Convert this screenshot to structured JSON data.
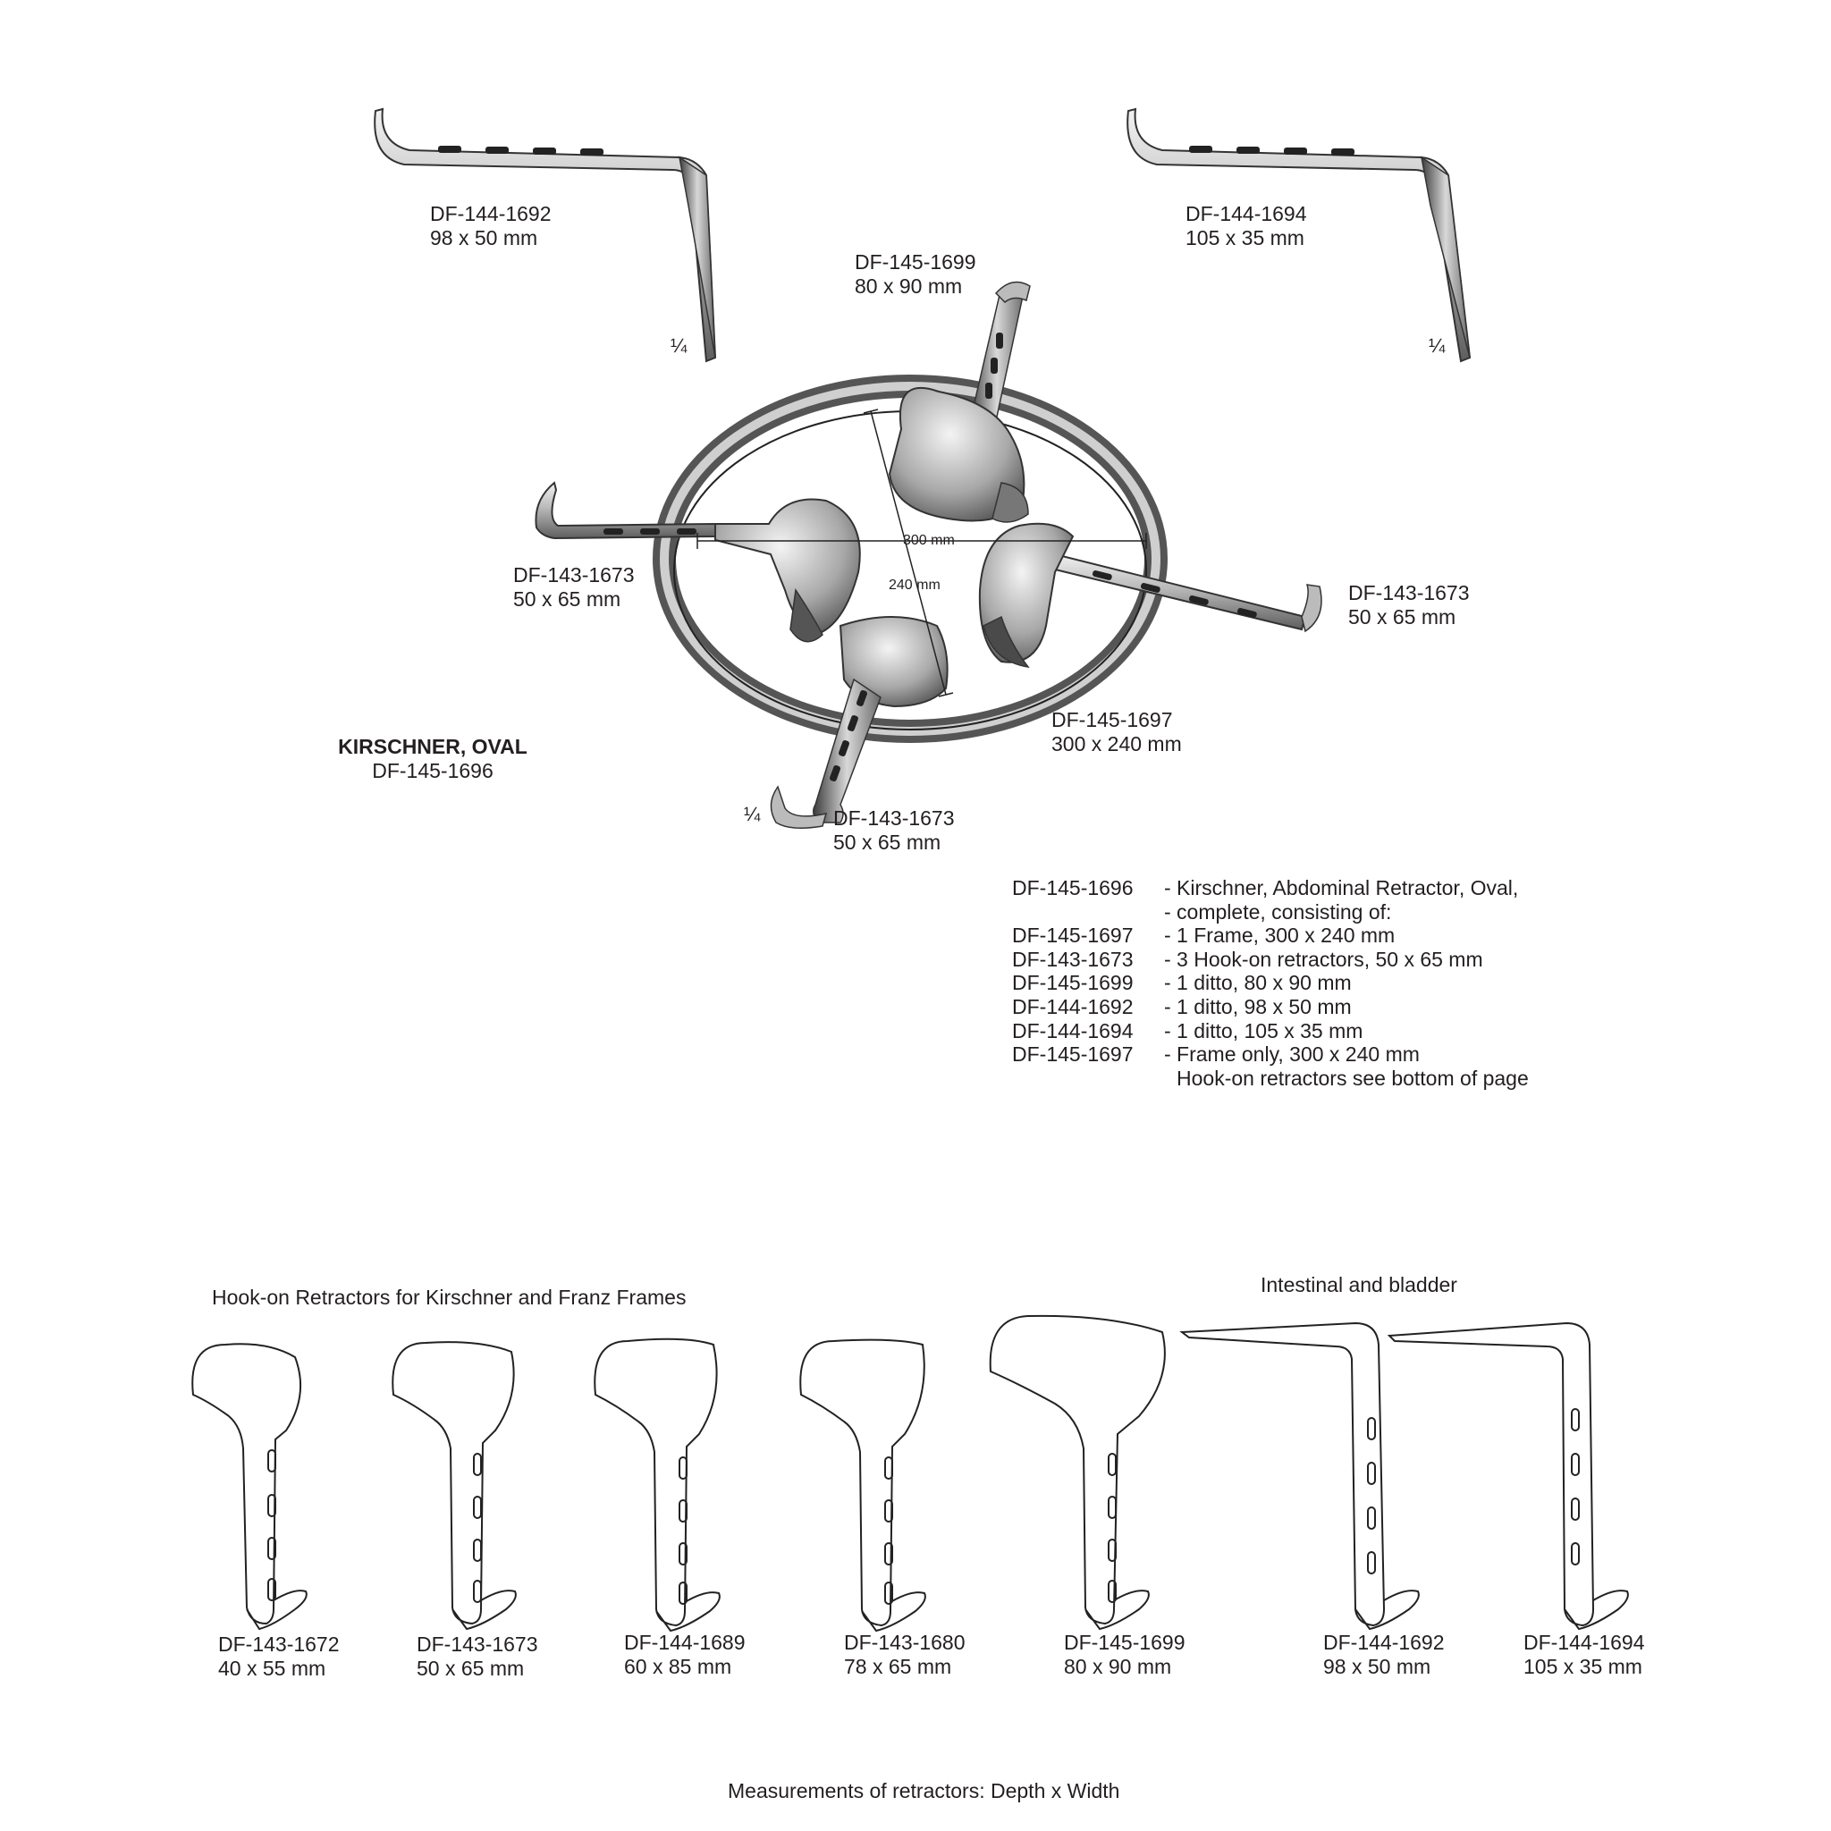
{
  "top_section": {
    "retractor_left": {
      "code": "DF-144-1692",
      "size": "98 x 50 mm",
      "scale": "¼"
    },
    "retractor_right": {
      "code": "DF-144-1694",
      "size": "105 x 35 mm",
      "scale": "¼"
    },
    "retractor_center_top": {
      "code": "DF-145-1699",
      "size": "80 x 90 mm"
    },
    "hook_left": {
      "code": "DF-143-1673",
      "size": "50 x 65 mm"
    },
    "hook_right": {
      "code": "DF-143-1673",
      "size": "50 x 65 mm"
    },
    "hook_bottom": {
      "code": "DF-143-1673",
      "size": "50 x 65 mm",
      "scale": "¼"
    },
    "frame": {
      "code": "DF-145-1697",
      "size": "300 x 240 mm"
    },
    "dim_width": "300 mm",
    "dim_height": "240 mm",
    "product_title": "KIRSCHNER, OVAL",
    "product_code": "DF-145-1696"
  },
  "description_table": [
    {
      "code": "DF-145-1696",
      "text": "- Kirschner, Abdominal Retractor, Oval,"
    },
    {
      "code": "",
      "text": "- complete, consisting of:"
    },
    {
      "code": "DF-145-1697",
      "text": "- 1 Frame, 300 x 240 mm"
    },
    {
      "code": "DF-143-1673",
      "text": "- 3 Hook-on retractors, 50 x 65 mm"
    },
    {
      "code": "DF-145-1699",
      "text": "- 1 ditto, 80 x 90 mm"
    },
    {
      "code": "DF-144-1692",
      "text": "- 1 ditto, 98 x 50 mm"
    },
    {
      "code": "DF-144-1694",
      "text": "- 1 ditto, 105 x 35 mm"
    },
    {
      "code": "DF-145-1697",
      "text": "- Frame only, 300 x 240 mm"
    },
    {
      "code": "",
      "text": "  Hook-on retractors see bottom of page"
    }
  ],
  "bottom_section": {
    "heading_left": "Hook-on Retractors for Kirschner and Franz Frames",
    "heading_right": "Intestinal and bladder",
    "items": [
      {
        "code": "DF-143-1672",
        "size": "40 x 55 mm"
      },
      {
        "code": "DF-143-1673",
        "size": "50 x 65 mm"
      },
      {
        "code": "DF-144-1689",
        "size": "60 x 85 mm"
      },
      {
        "code": "DF-143-1680",
        "size": "78 x 65 mm"
      },
      {
        "code": "DF-145-1699",
        "size": "80 x 90 mm"
      },
      {
        "code": "DF-144-1692",
        "size": "98 x 50 mm"
      },
      {
        "code": "DF-144-1694",
        "size": "105 x 35 mm"
      }
    ],
    "footer": "Measurements of retractors: Depth x Width"
  }
}
